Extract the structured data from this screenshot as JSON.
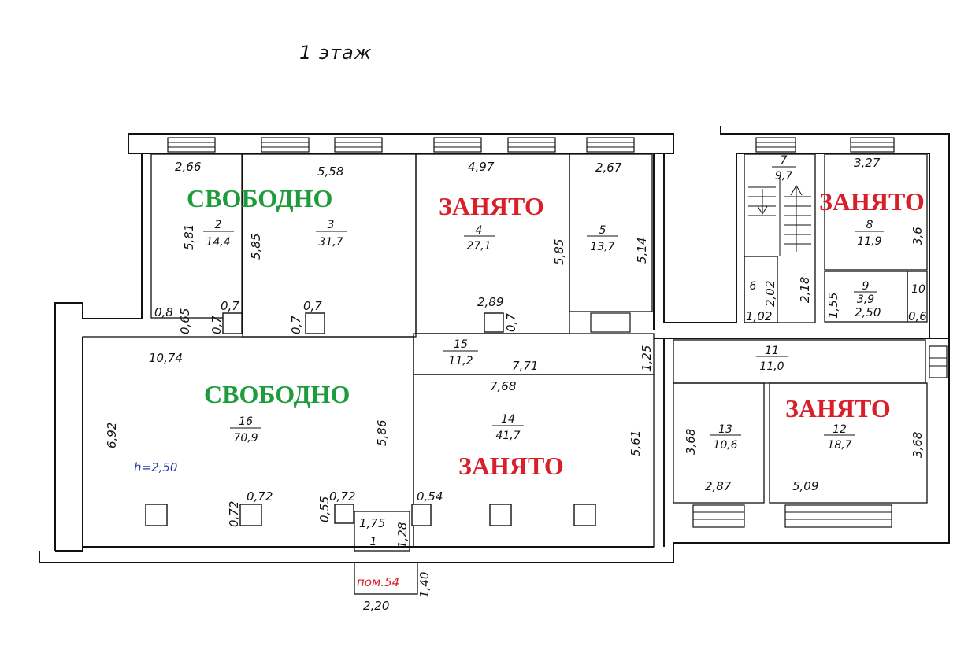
{
  "floor_title": "1 этаж",
  "status": {
    "free": "СВОБОДНО",
    "busy": "ЗАНЯТО"
  },
  "rooms": {
    "r1": {
      "num": "1",
      "area": ""
    },
    "r2": {
      "num": "2",
      "area": "14,4"
    },
    "r3": {
      "num": "3",
      "area": "31,7"
    },
    "r4": {
      "num": "4",
      "area": "27,1"
    },
    "r5": {
      "num": "5",
      "area": "13,7"
    },
    "r6": {
      "num": "6",
      "area": ""
    },
    "r7": {
      "num": "7",
      "area": "9,7"
    },
    "r8": {
      "num": "8",
      "area": "11,9"
    },
    "r9": {
      "num": "9",
      "area": "3,9"
    },
    "r10": {
      "num": "10",
      "area": ""
    },
    "r11": {
      "num": "11",
      "area": "11,0"
    },
    "r12": {
      "num": "12",
      "area": "18,7"
    },
    "r13": {
      "num": "13",
      "area": "10,6"
    },
    "r14": {
      "num": "14",
      "area": "41,7"
    },
    "r15": {
      "num": "15",
      "area": "11,2"
    },
    "r16": {
      "num": "16",
      "area": "70,9"
    }
  },
  "dims": {
    "d266": "2,66",
    "d558": "5,58",
    "d497": "4,97",
    "d267": "2,67",
    "d327": "3,27",
    "d581": "5,81",
    "d585a": "5,85",
    "d585b": "5,85",
    "d514": "5,14",
    "d36": "3,6",
    "d08": "0,8",
    "d065": "0,65",
    "d07a": "0,7",
    "d07b": "0,7",
    "d07c": "0,7",
    "d07d": "0,7",
    "d07e": "0,7",
    "d289": "2,89",
    "d102": "1,02",
    "d218": "2,18",
    "d202": "2,02",
    "d155": "1,55",
    "d250": "2,50",
    "d06": "0,6",
    "d1074": "10,74",
    "d125": "1,25",
    "d771": "7,71",
    "d768": "7,68",
    "d692": "6,92",
    "d586": "5,86",
    "d561": "5,61",
    "d368a": "3,68",
    "d368b": "3,68",
    "d287": "2,87",
    "d509": "5,09",
    "d072a": "0,72",
    "d072b": "0,72",
    "d072c": "0,72",
    "d055": "0,55",
    "d054": "0,54",
    "d175": "1,75",
    "d128": "1,28",
    "d140": "1,40",
    "d220": "2,20"
  },
  "height_label": "h=2,50",
  "premise_label": "пом.54"
}
